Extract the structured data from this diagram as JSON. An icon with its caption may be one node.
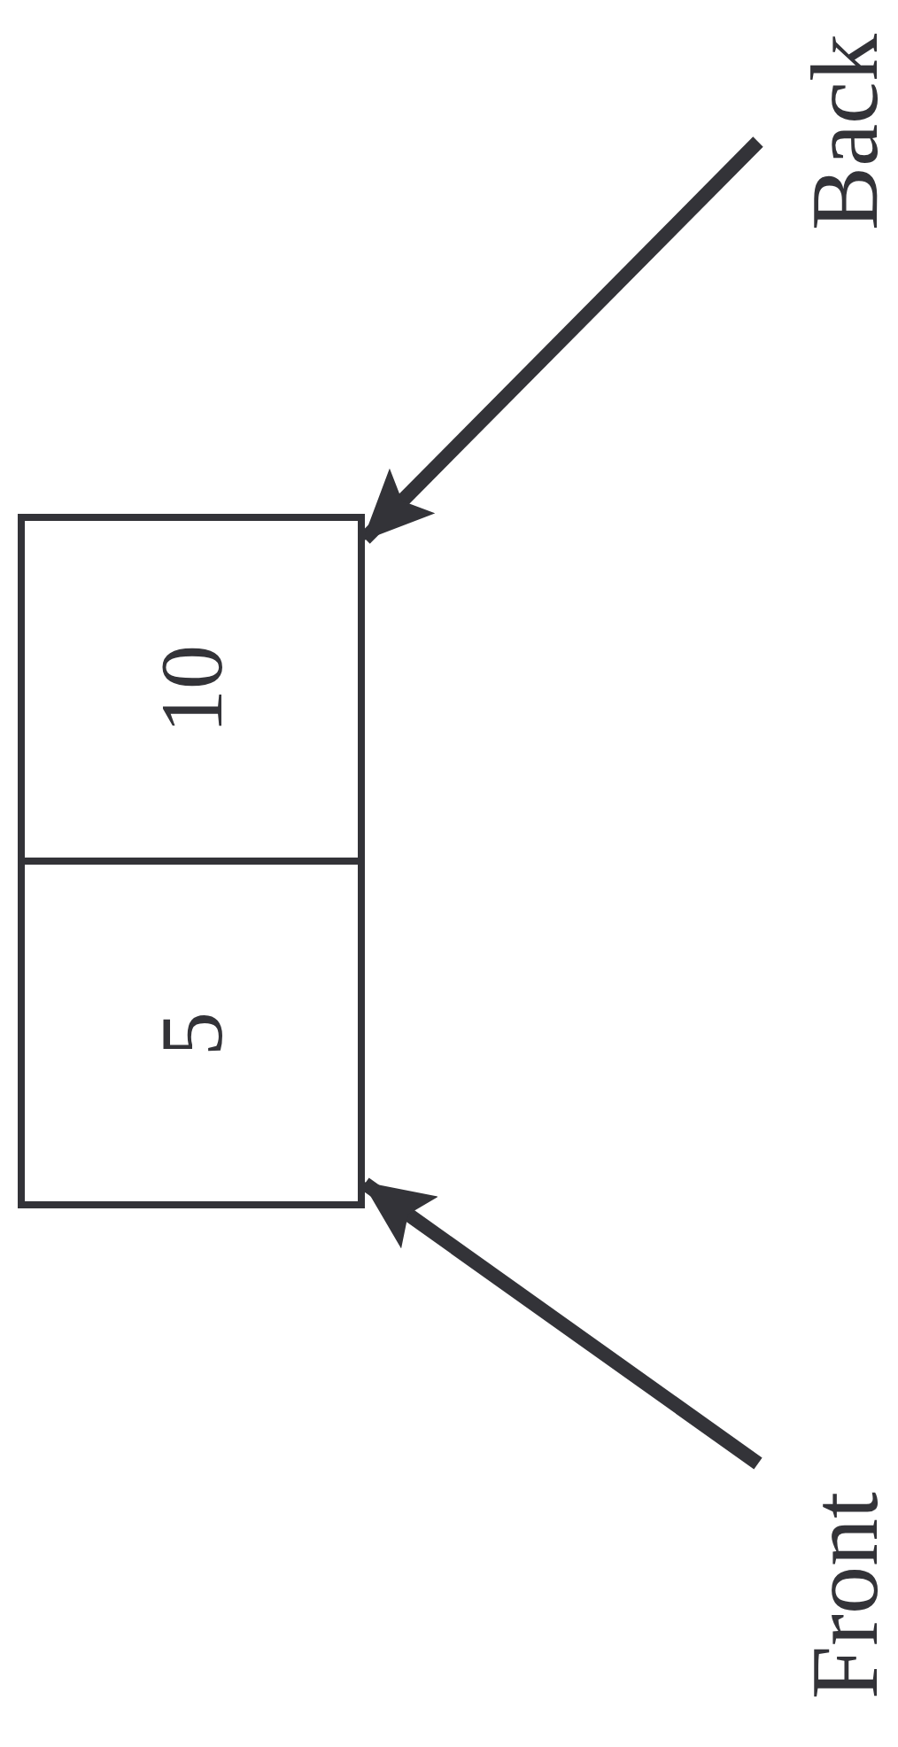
{
  "diagram": {
    "nodes": [
      {
        "text": [
          "Back"
        ]
      },
      {
        "text": [
          "10"
        ]
      },
      {
        "text": [
          "5"
        ]
      },
      {
        "text": [
          "Front"
        ]
      }
    ],
    "edges": [
      {
        "from": 0,
        "to": 1,
        "arrow": "to"
      },
      {
        "from": 3,
        "to": 2,
        "arrow": "to"
      }
    ]
  }
}
